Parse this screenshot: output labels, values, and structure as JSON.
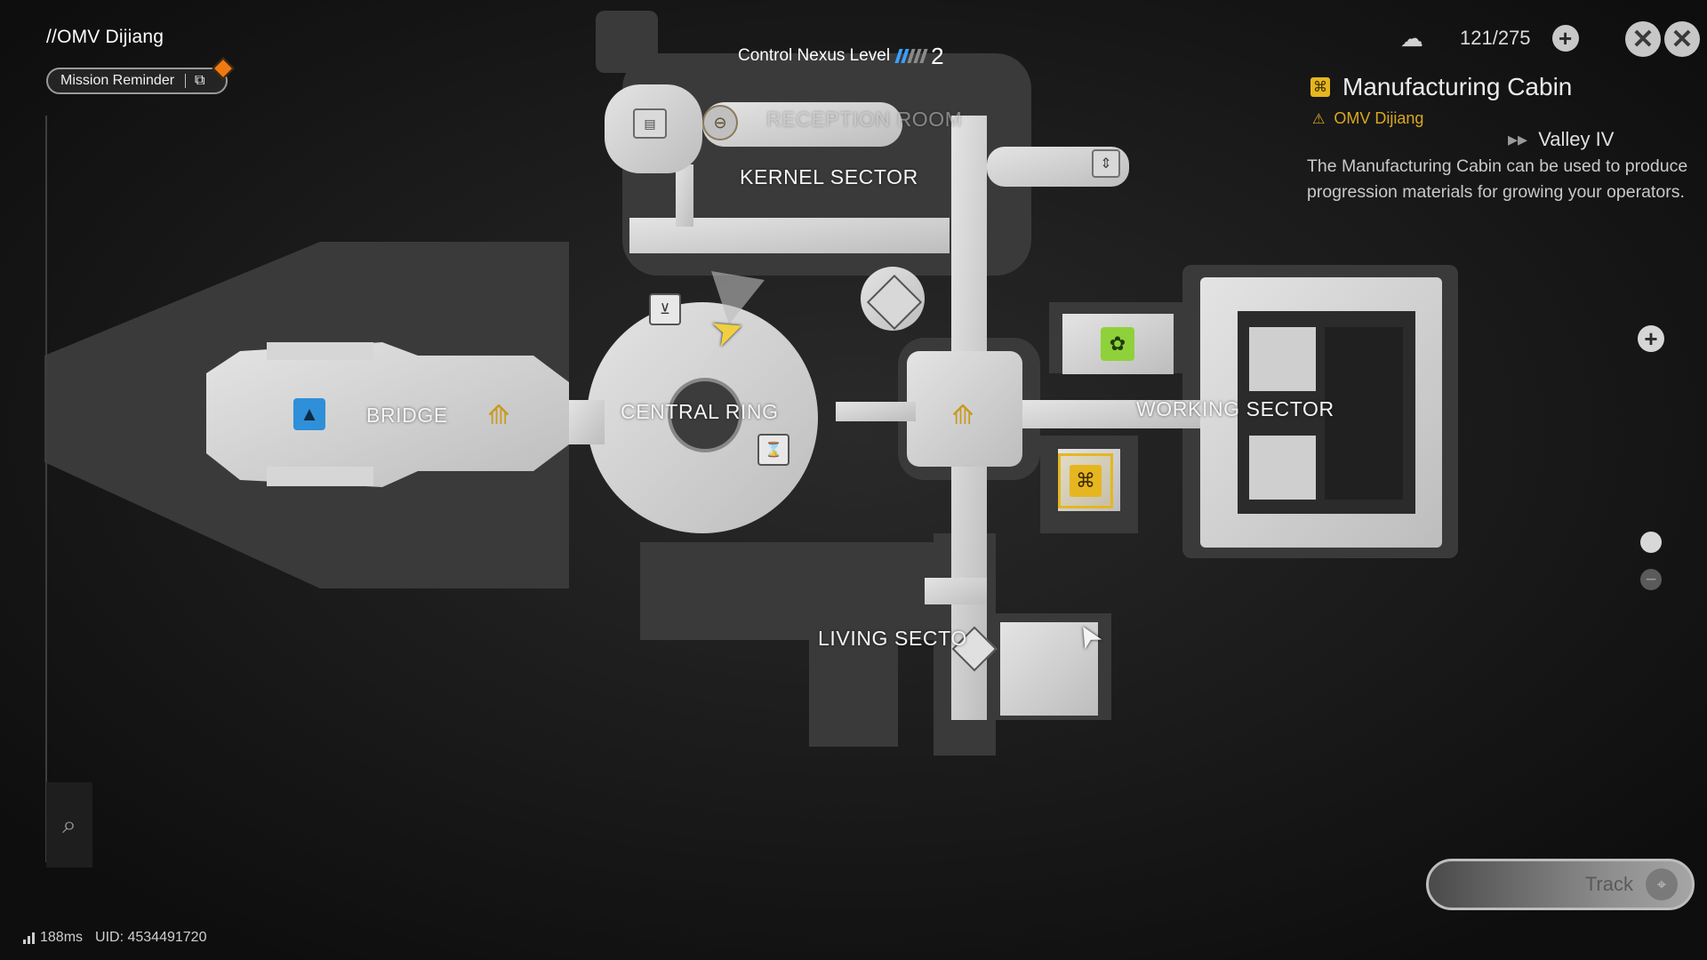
{
  "header": {
    "location": "//OMV Dijiang",
    "mission_reminder": "Mission Reminder",
    "nexus_label": "Control Nexus Level",
    "nexus_level": "2"
  },
  "resources": {
    "sanity": "121/275"
  },
  "info_panel": {
    "title": "Manufacturing Cabin",
    "location": "OMV Dijiang",
    "region": "Valley IV",
    "description": "The Manufacturing Cabin can be used to produce progression materials for growing your operators."
  },
  "map": {
    "labels": {
      "reception_room": "RECEPTION ROOM",
      "kernel_sector": "KERNEL SECTOR",
      "bridge": "BRIDGE",
      "central_ring": "CENTRAL RING",
      "working_sector": "WORKING SECTOR",
      "living_sector": "LIVING SECTO"
    },
    "icons": [
      "bridge-terminal-icon",
      "anchor-icon",
      "anchor-icon",
      "reception-icon",
      "storage-icon",
      "kernel-icon",
      "lift-icon",
      "control-icon",
      "growth-chamber-icon",
      "manufacturing-cabin-icon",
      "dorm-icon",
      "player-arrow-icon",
      "waypoint-arrow-icon"
    ]
  },
  "controls": {
    "track": "Track"
  },
  "status": {
    "ping": "188ms",
    "uid": "UID: 4534491720"
  },
  "colors": {
    "accent_gold": "#e6b620",
    "accent_blue": "#2f8fd8",
    "accent_green": "#8fd13a",
    "mission_orange": "#f07a12",
    "nexus_blue": "#3aa0ff"
  }
}
